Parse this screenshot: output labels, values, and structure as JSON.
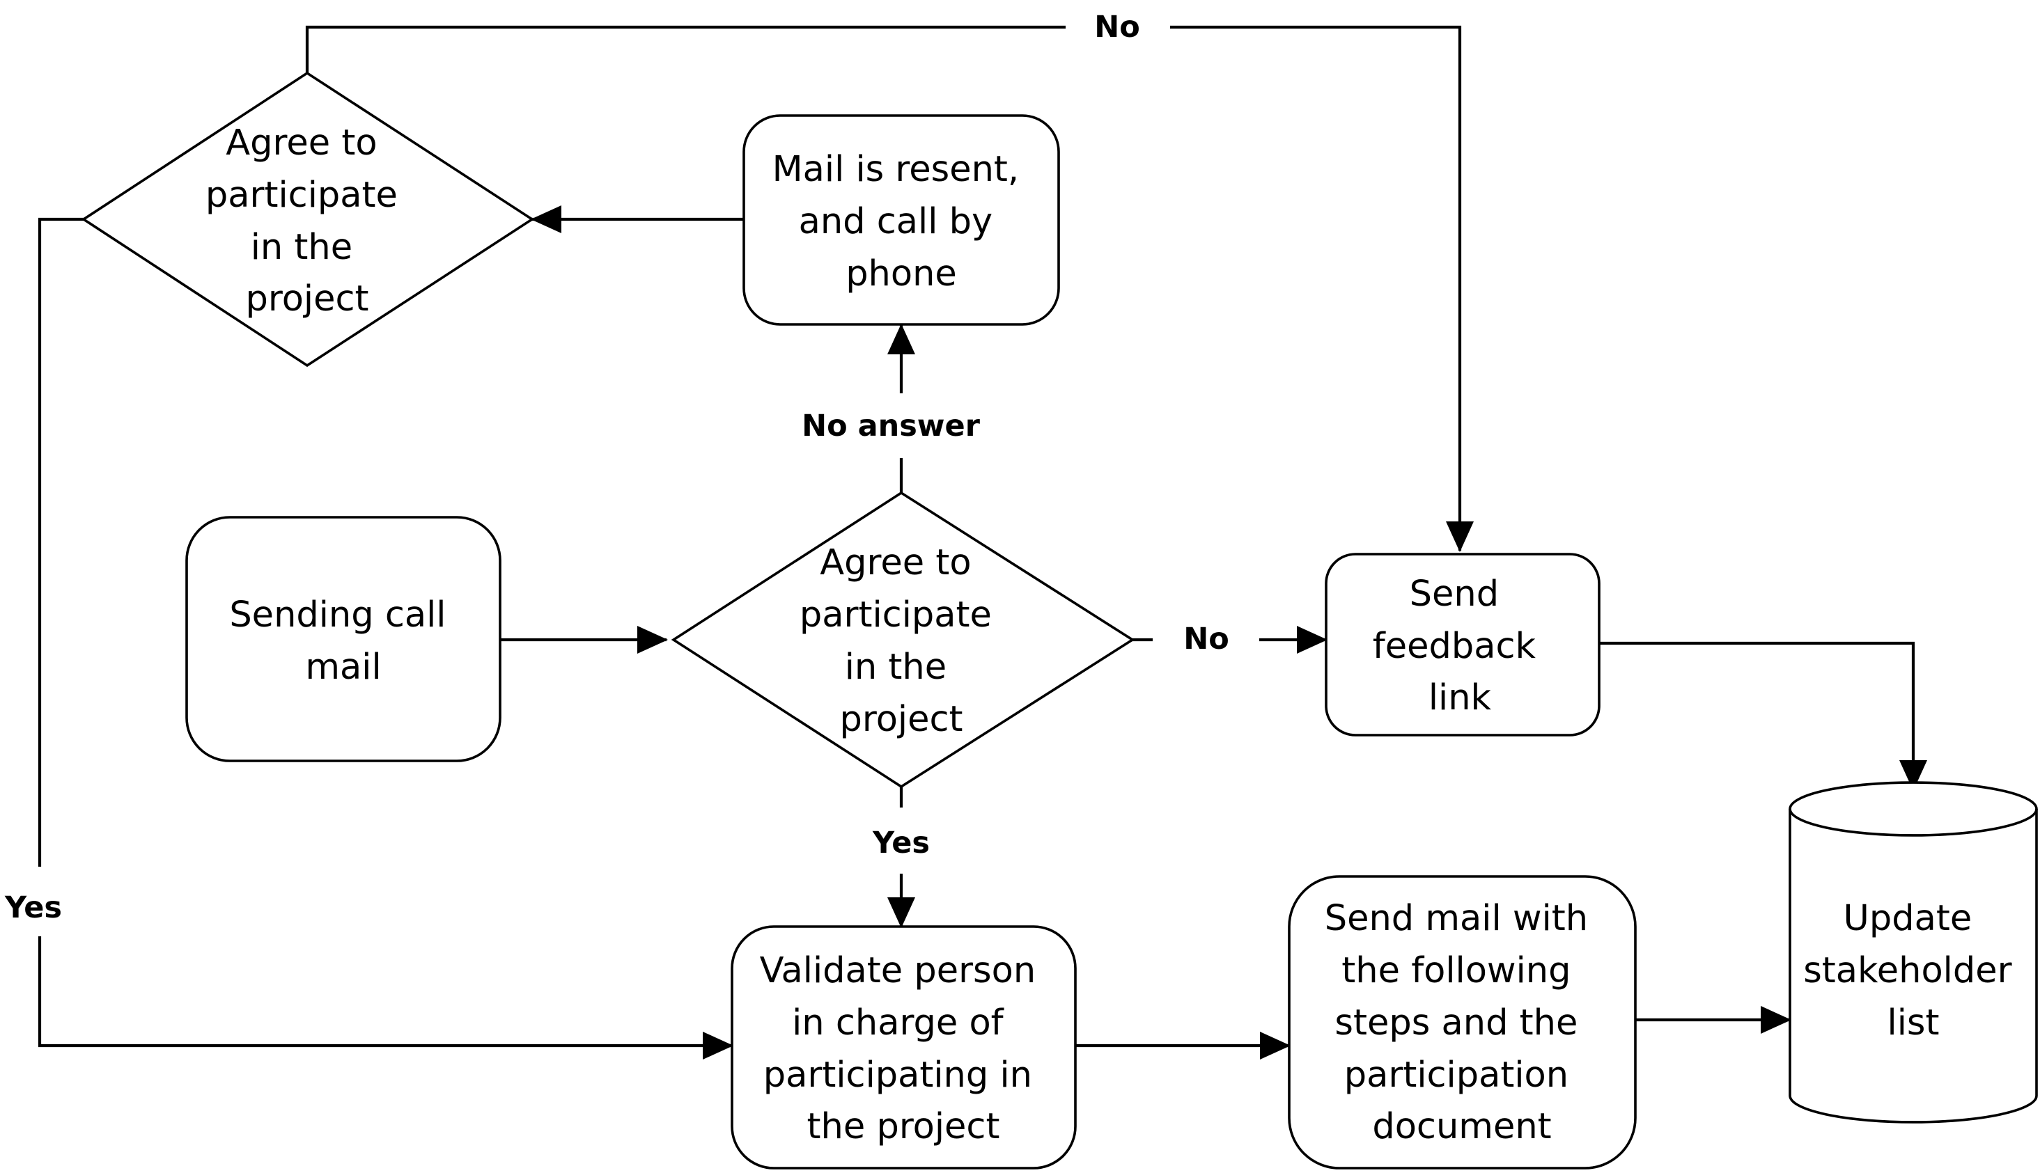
{
  "nodes": {
    "sending_call_mail": {
      "text": [
        "Sending call",
        "mail"
      ]
    },
    "agree_center": {
      "text": [
        "Agree to",
        "participate",
        "in the",
        "project"
      ]
    },
    "agree_top_left": {
      "text": [
        "Agree to",
        "participate",
        "in the",
        "project"
      ]
    },
    "mail_resent": {
      "text": [
        "Mail is resent,",
        "and call by",
        "phone"
      ]
    },
    "send_feedback_link": {
      "text": [
        "Send",
        "feedback",
        "link"
      ]
    },
    "validate_person": {
      "text": [
        "Validate person",
        "in charge of",
        "participating in",
        "the project"
      ]
    },
    "send_mail_steps": {
      "text": [
        "Send mail with",
        "the following",
        "steps and the",
        "participation",
        "document"
      ]
    },
    "update_stakeholder_list": {
      "text": [
        "Update",
        "stakeholder",
        "list"
      ]
    }
  },
  "edge_labels": {
    "top_no": "No",
    "no_answer": "No answer",
    "center_no": "No",
    "center_yes": "Yes",
    "left_yes": "Yes"
  }
}
